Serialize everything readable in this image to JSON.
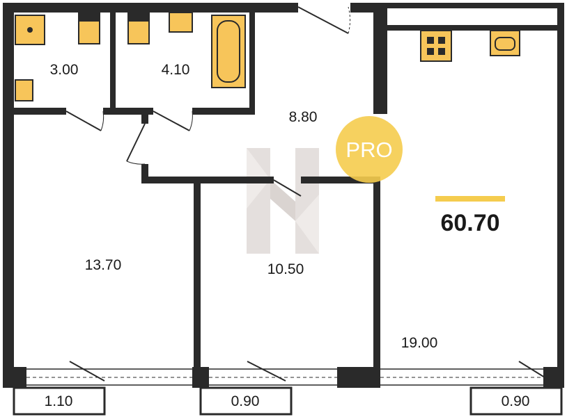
{
  "floorplan": {
    "total_area": "60.70",
    "badge": "PRO",
    "rooms": {
      "bathroom_small": "3.00",
      "bathroom_large": "4.10",
      "hallway": "8.80",
      "bedroom_left": "13.70",
      "bedroom_middle": "10.50",
      "kitchen_living": "19.00"
    },
    "balconies": {
      "left": "1.10",
      "middle": "0.90",
      "right": "0.90"
    }
  },
  "colors": {
    "wall": "#2a2a2a",
    "fixture": "#f7c55a",
    "accent": "#f5cc4e",
    "watermark": "#d8d0cc"
  }
}
